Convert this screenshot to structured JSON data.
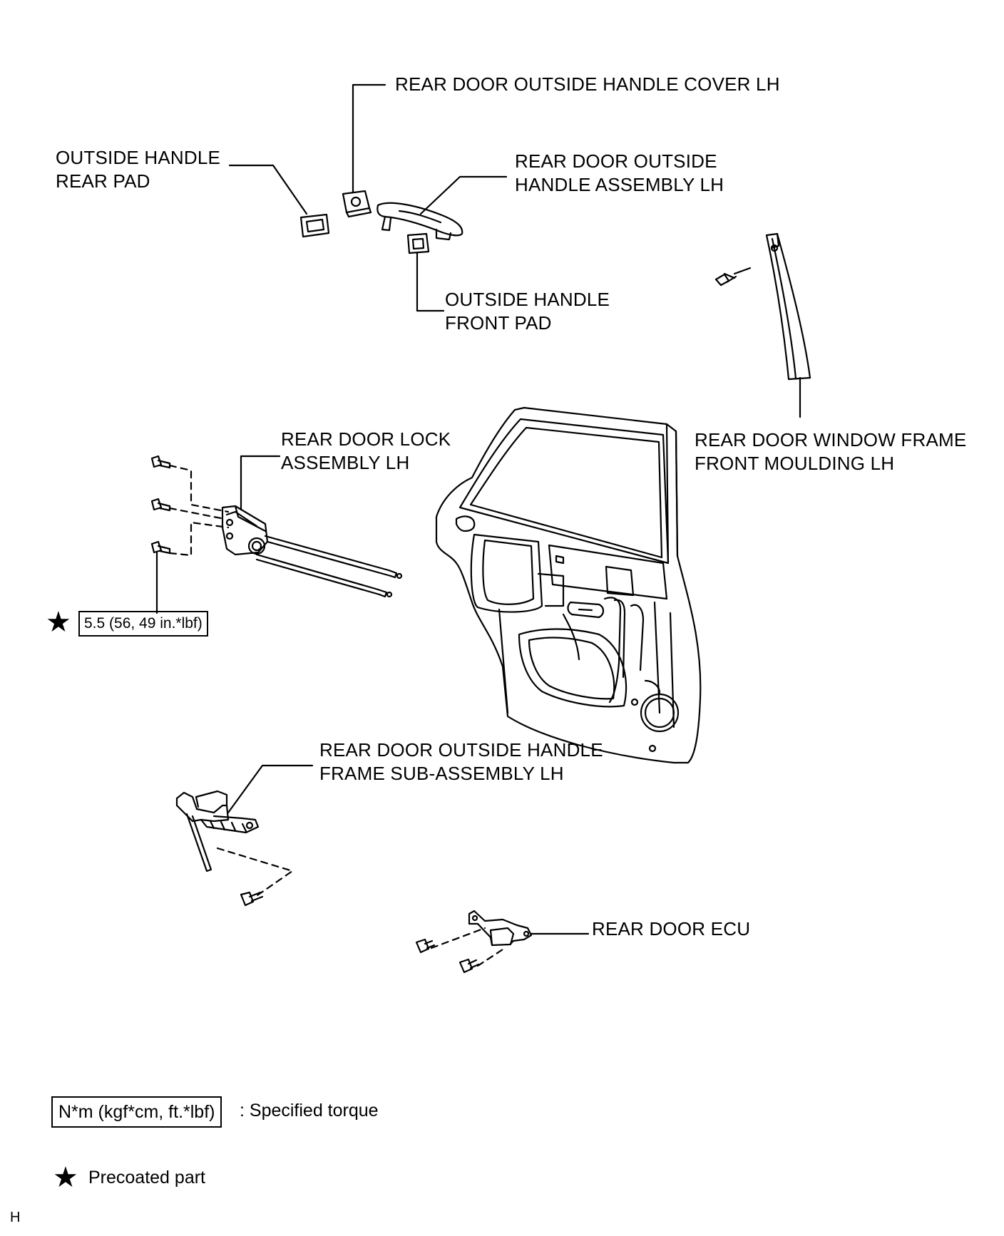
{
  "labels": {
    "handle_cover": "REAR DOOR OUTSIDE HANDLE COVER LH",
    "rear_pad_1": "OUTSIDE HANDLE",
    "rear_pad_2": "REAR PAD",
    "handle_assy_1": "REAR DOOR OUTSIDE",
    "handle_assy_2": "HANDLE ASSEMBLY LH",
    "front_pad_1": "OUTSIDE HANDLE",
    "front_pad_2": "FRONT PAD",
    "moulding_1": "REAR DOOR WINDOW FRAME",
    "moulding_2": "FRONT MOULDING LH",
    "lock_1": "REAR DOOR LOCK",
    "lock_2": "ASSEMBLY LH",
    "frame_1": "REAR DOOR OUTSIDE HANDLE",
    "frame_2": "FRAME SUB-ASSEMBLY LH",
    "ecu": "REAR DOOR ECU"
  },
  "torque_value": "5.5 (56, 49 in.*lbf)",
  "legend": {
    "torque_unit": "N*m (kgf*cm, ft.*lbf)",
    "torque_desc": ": Specified torque",
    "precoat": "Precoated part",
    "star_glyph": "★"
  },
  "corner_code": "H",
  "icons": {
    "star": "star-icon",
    "bolt": "bolt-icon"
  }
}
